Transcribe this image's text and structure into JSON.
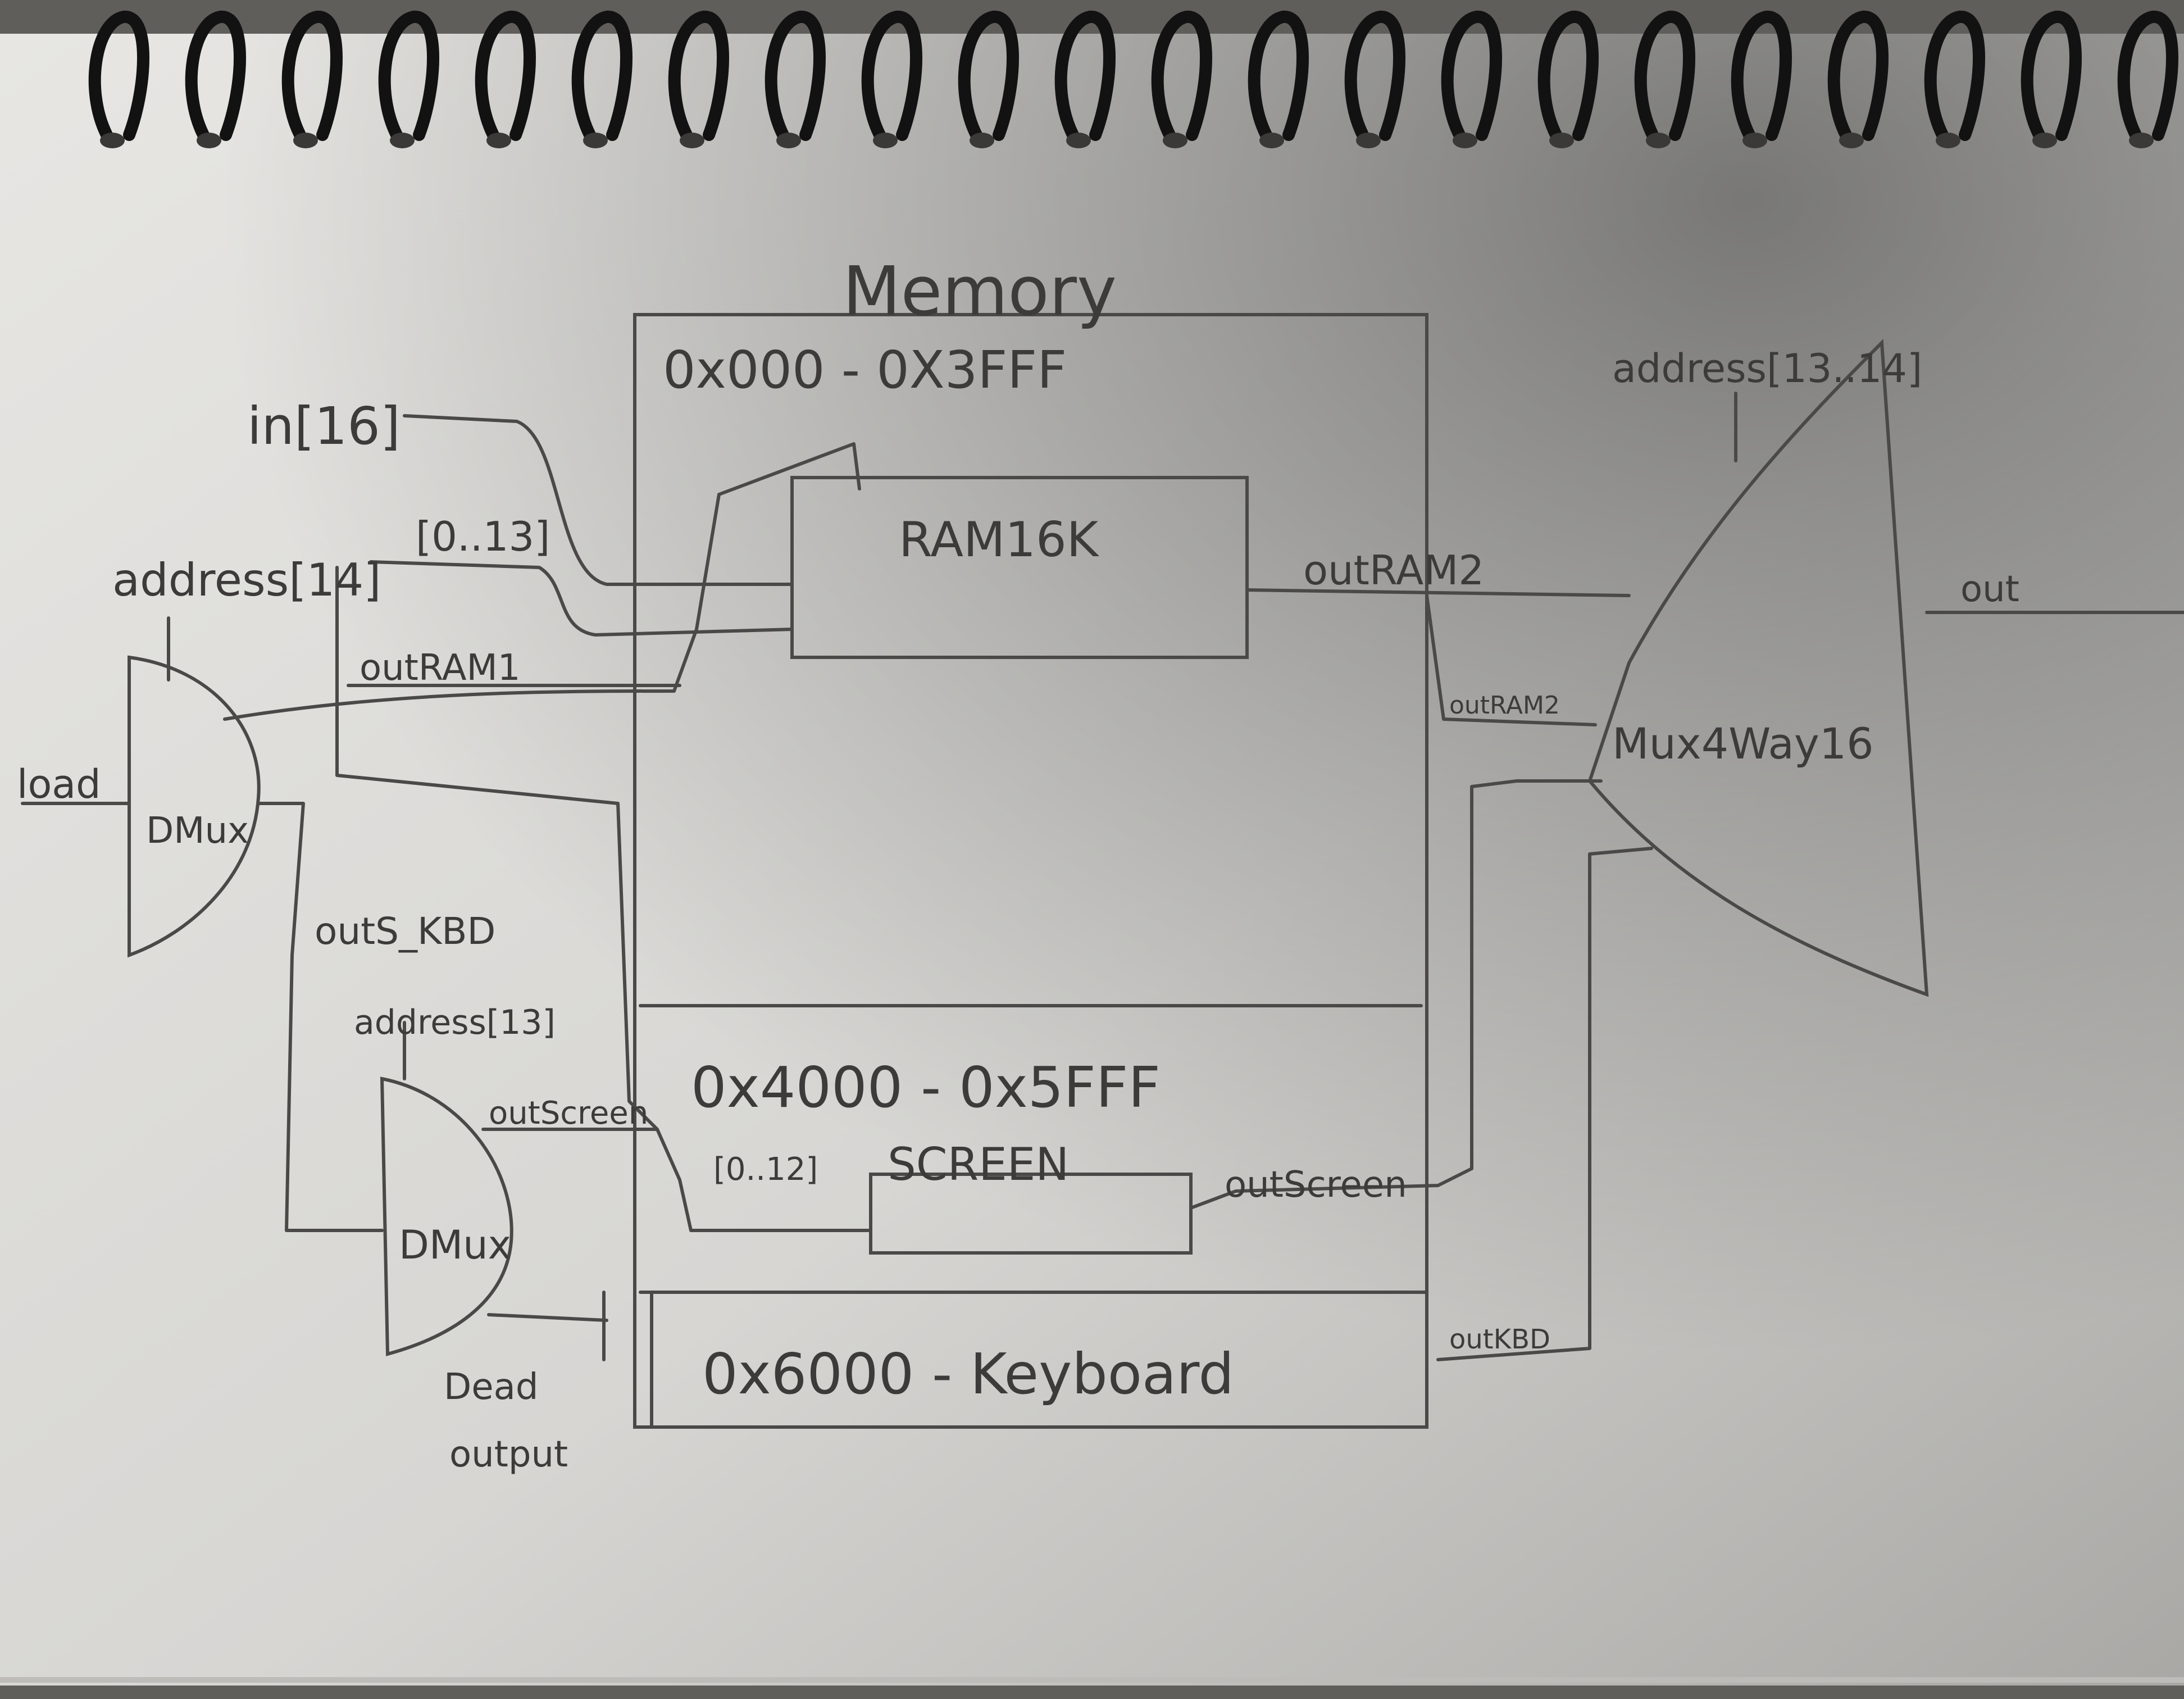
{
  "diagram": {
    "title": "Memory",
    "regions": {
      "ram_range": "0x000 - 0X3FFF",
      "screen_range": "0x4000 - 0x5FFF",
      "keyboard_range": "0x6000 - Keyboard"
    },
    "components": {
      "ram": "RAM16K",
      "screen": "SCREEN",
      "dmux_top": "DMux",
      "dmux_bottom": "DMux",
      "mux": "Mux4Way16"
    },
    "signals": {
      "in": "in[16]",
      "address14": "address[14]",
      "bits_0_13": "[0..13]",
      "load": "load",
      "out_ram1": "outRAM1",
      "out_ram2": "outRAM2",
      "out_ram2_b": "outRAM2",
      "outs_kbd": "outS_KBD",
      "address13": "address[13]",
      "out_screen_in": "outScreen",
      "bits_0_12": "[0..12]",
      "out_screen": "outScreen",
      "out_kbd": "outKBD",
      "address_13_14": "address[13..14]",
      "out": "out",
      "dead_output_1": "Dead",
      "dead_output_2": "output"
    }
  }
}
